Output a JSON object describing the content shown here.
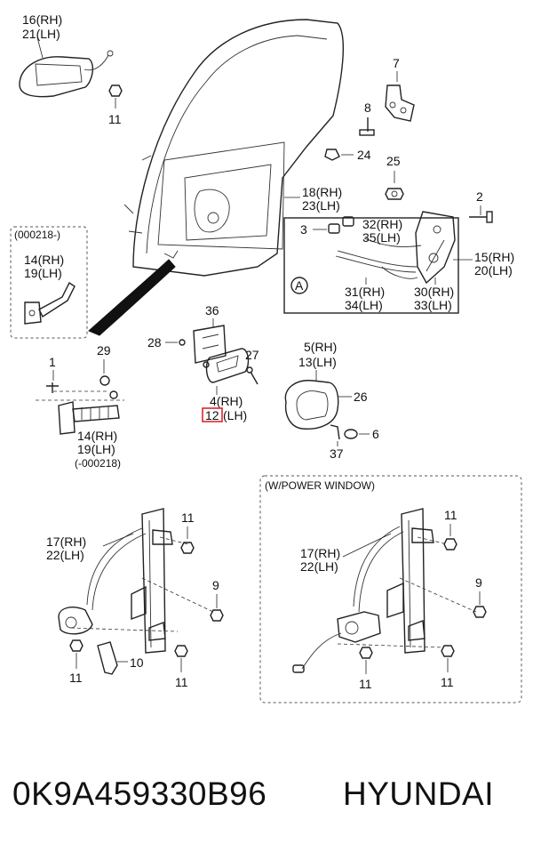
{
  "footer": {
    "part_number": "0K9A459330B96",
    "brand": "HYUNDAI"
  },
  "boxes": {
    "check_variant_note": "(000218-)",
    "power_window_note": "(W/POWER WINDOW)",
    "check_old_note": "(-000218)"
  },
  "callouts": {
    "c16": "16(RH)",
    "c21": "21(LH)",
    "c11a": "11",
    "c7": "7",
    "c8": "8",
    "c24": "24",
    "c25": "25",
    "c18": "18(RH)",
    "c23": "23(LH)",
    "c2": "2",
    "c3": "3",
    "c32": "32(RH)",
    "c35": "35(LH)",
    "c15": "15(RH)",
    "c20": "20(LH)",
    "cA": "A",
    "c31": "31(RH)",
    "c34": "34(LH)",
    "c30": "30(RH)",
    "c33": "33(LH)",
    "c14a": "14(RH)",
    "c19a": "19(LH)",
    "c36": "36",
    "c28": "28",
    "c29": "29",
    "c27": "27",
    "c5": "5(RH)",
    "c13": "13(LH)",
    "c1": "1",
    "c4": "4(RH)",
    "c12": "12",
    "c12lh": "(LH)",
    "c26": "26",
    "c14b": "14(RH)",
    "c19b": "19(LH)",
    "c6": "6",
    "c37": "37",
    "c17a": "17(RH)",
    "c22a": "22(LH)",
    "c11b": "11",
    "c9a": "9",
    "c10": "10",
    "c11c": "11",
    "c11d": "11",
    "c17b": "17(RH)",
    "c22b": "22(LH)",
    "c11e": "11",
    "c9b": "9",
    "c11f": "11",
    "c11g": "11"
  },
  "highlight_color": "#e0242f"
}
